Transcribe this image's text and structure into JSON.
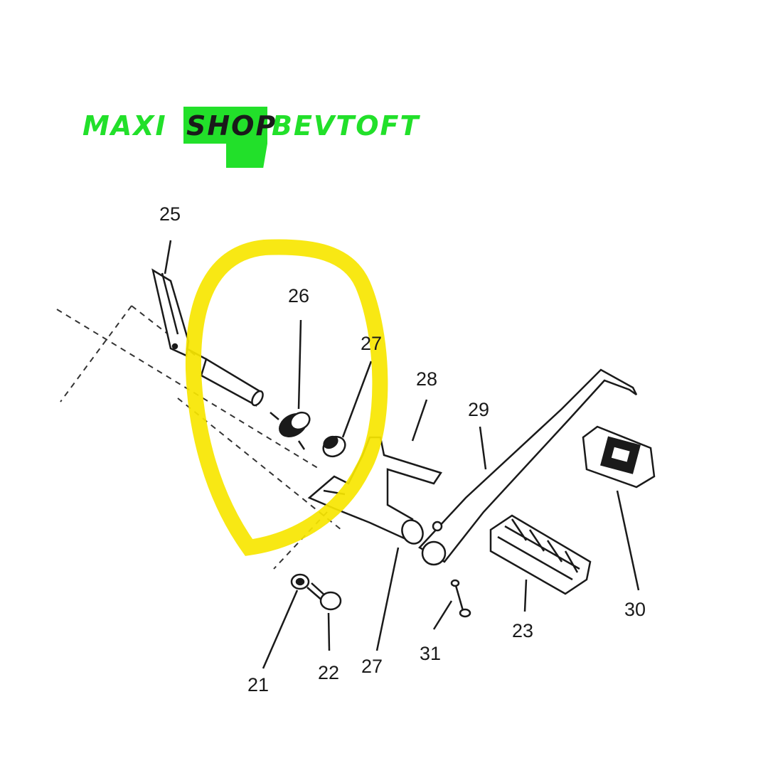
{
  "logo": {
    "part1": "MAXI",
    "part2": "SHOP",
    "part3": "BEVTOFT"
  },
  "colors": {
    "logo_green": "#22e02a",
    "highlight_yellow": "#f7e600",
    "ink": "#1a1a1a"
  },
  "callouts": {
    "c25": "25",
    "c26": "26",
    "c27_top": "27",
    "c28": "28",
    "c29": "29",
    "c30": "30",
    "c21": "21",
    "c22": "22",
    "c27_bottom": "27",
    "c31": "31",
    "c23": "23"
  }
}
